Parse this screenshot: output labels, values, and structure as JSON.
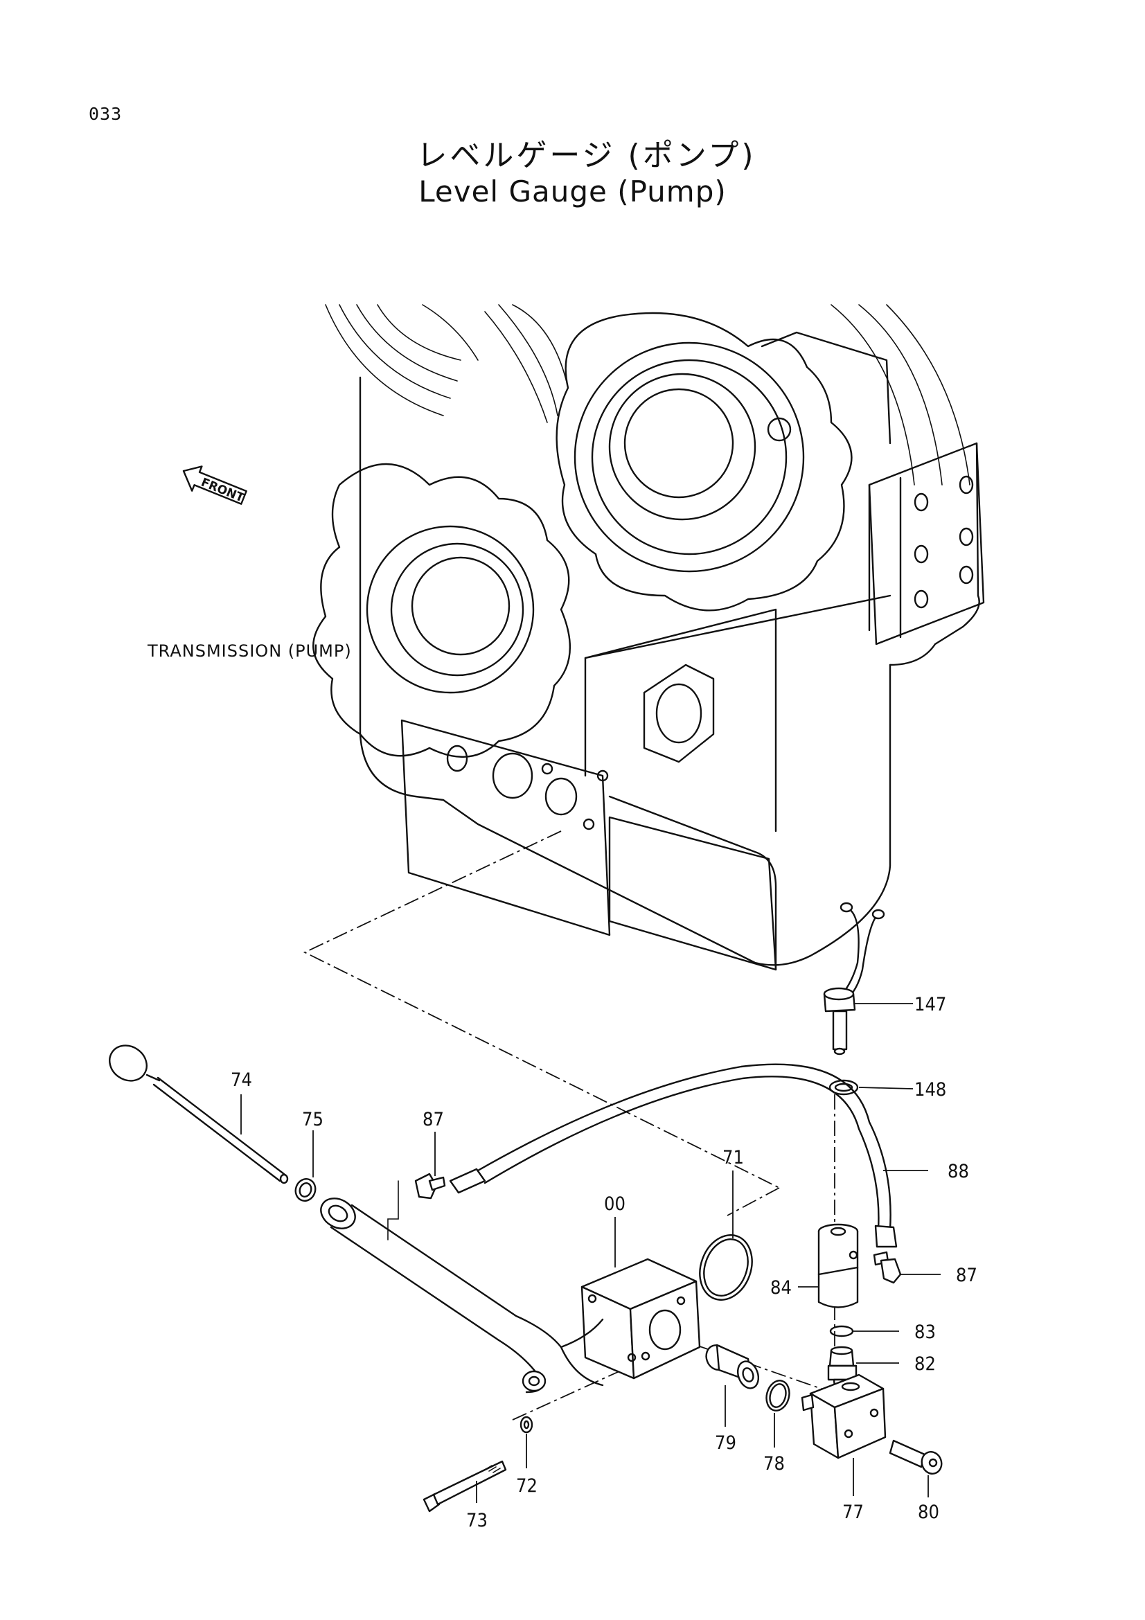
{
  "page": {
    "number": "033",
    "title_jp": "レベルゲージ (ポンプ)",
    "title_en": "Level Gauge (Pump)"
  },
  "assembly_label": "TRANSMISSION (PUMP)",
  "direction_label": "FRONT",
  "callouts": {
    "c00": "00",
    "c71": "71",
    "c72": "72",
    "c73": "73",
    "c74": "74",
    "c75": "75",
    "c77": "77",
    "c78": "78",
    "c79": "79",
    "c80": "80",
    "c82": "82",
    "c83": "83",
    "c84": "84",
    "c87a": "87",
    "c87b": "87",
    "c88": "88",
    "c147": "147",
    "c148": "148"
  }
}
